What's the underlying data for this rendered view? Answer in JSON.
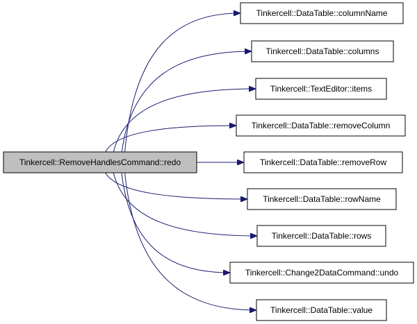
{
  "colors": {
    "edge": "#191970",
    "source_fill": "#bfbfbf",
    "target_fill": "#ffffff",
    "border": "#000000"
  },
  "source": {
    "label": "Tinkercell::RemoveHandlesCommand::redo"
  },
  "targets": [
    {
      "label": "Tinkercell::DataTable::columnName"
    },
    {
      "label": "Tinkercell::DataTable::columns"
    },
    {
      "label": "Tinkercell::TextEditor::items"
    },
    {
      "label": "Tinkercell::DataTable::removeColumn"
    },
    {
      "label": "Tinkercell::DataTable::removeRow"
    },
    {
      "label": "Tinkercell::DataTable::rowName"
    },
    {
      "label": "Tinkercell::DataTable::rows"
    },
    {
      "label": "Tinkercell::Change2DataCommand::undo"
    },
    {
      "label": "Tinkercell::DataTable::value"
    }
  ]
}
